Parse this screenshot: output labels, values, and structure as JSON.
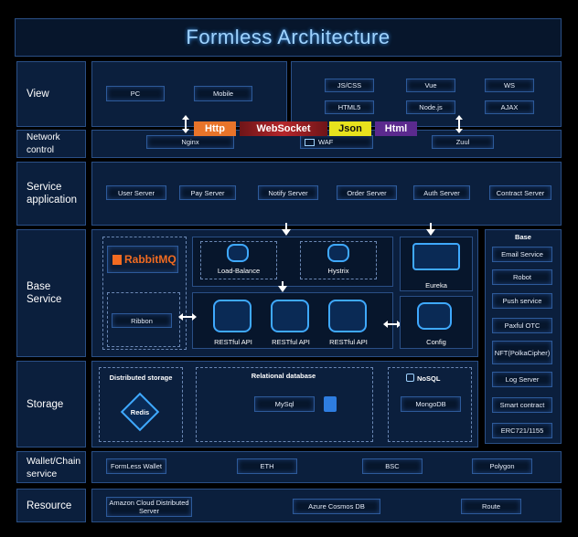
{
  "title": "Formless Architecture",
  "rows": {
    "view": "View",
    "network": "Network control",
    "service": "Service application",
    "base": "Base Service",
    "storage": "Storage",
    "wallet": "Wallet/Chain service",
    "resource": "Resource"
  },
  "view": {
    "left": [
      "PC",
      "Mobile"
    ],
    "right": [
      "JS/CSS",
      "Vue",
      "WS",
      "HTML5",
      "Node.js",
      "AJAX"
    ]
  },
  "protocols": [
    "Http",
    "WebSocket",
    "Json",
    "Html"
  ],
  "network": [
    "Nginx",
    "WAF",
    "Zuul"
  ],
  "services": [
    "User Server",
    "Pay Server",
    "Notify Server",
    "Order Server",
    "Auth Server",
    "Contract Server"
  ],
  "base_service": {
    "rabbitmq": "RabbitMQ",
    "ribbon": "Ribbon",
    "load_balance": "Load-Balance",
    "hystrix": "Hystrix",
    "eureka": "Eureka",
    "config": "Config",
    "restful": [
      "RESTful API",
      "RESTful API",
      "RESTful API"
    ]
  },
  "base": {
    "title": "Base",
    "items": [
      "Email Service",
      "Robot",
      "Push service",
      "Paxful OTC",
      "NFT(PolkaCipher)",
      "Log Server",
      "Smart contract",
      "ERC721/1155"
    ]
  },
  "storage": {
    "distributed": "Distributed storage",
    "redis": "Redis",
    "relational": "Relational database",
    "mysql": "MySql",
    "nosql": "NoSQL",
    "mongodb": "MongoDB"
  },
  "wallet": [
    "FormLess Wallet",
    "ETH",
    "BSC",
    "Polygon"
  ],
  "resource": [
    "Amazon Cloud Distributed Server",
    "Azure Cosmos DB",
    "Route"
  ],
  "colors": {
    "http": "#e8742a",
    "websocket": "#b5262b",
    "json": "#e8e21d",
    "html": "#5b2a8e",
    "accent": "#3ea0ff"
  }
}
